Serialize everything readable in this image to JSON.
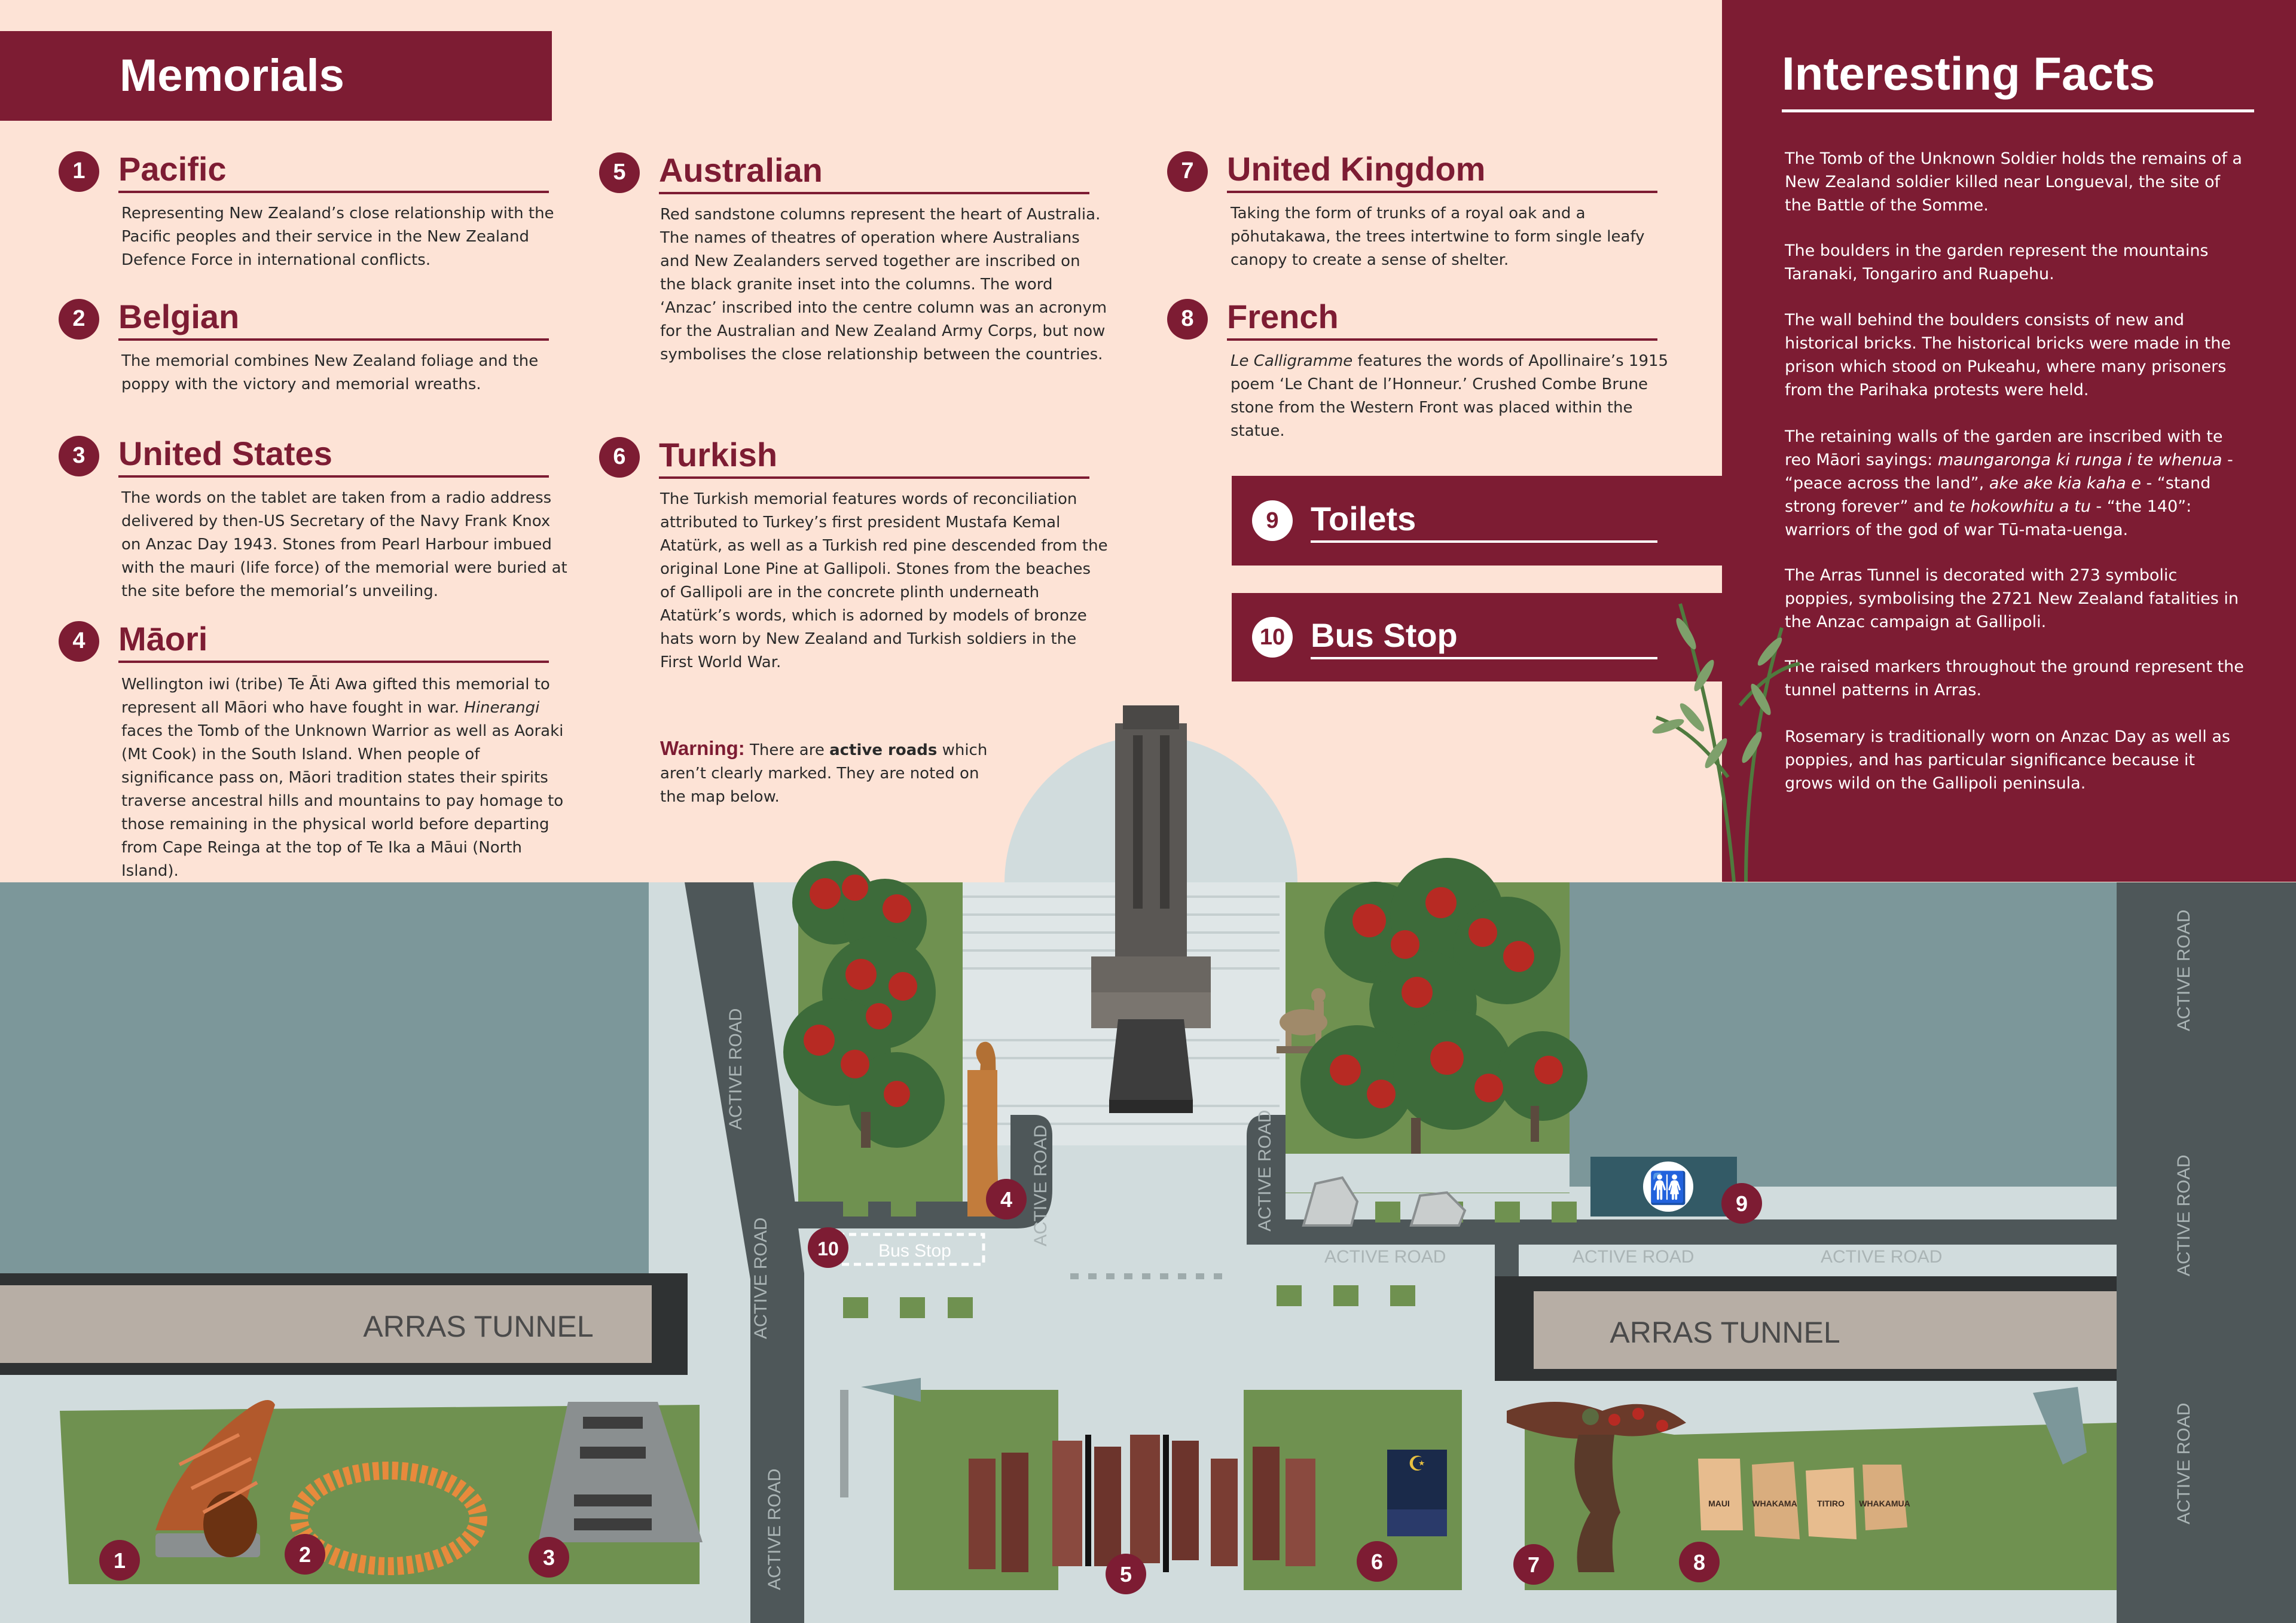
{
  "header": {
    "title": "Memorials"
  },
  "memorials": [
    {
      "num": "1",
      "title": "Pacific",
      "desc": "Representing New Zealand’s close relationship with the Pacific peoples and their service in the New Zealand Defence Force in international conflicts."
    },
    {
      "num": "2",
      "title": "Belgian",
      "desc": "The memorial combines New Zealand foliage and the poppy with the victory and memorial wreaths."
    },
    {
      "num": "3",
      "title": "United States",
      "desc": "The words on the tablet are taken from a radio address delivered by then-US Secretary of the Navy Frank Knox on Anzac Day 1943. Stones from Pearl Harbour imbued with the mauri (life force) of the memorial were buried at the site before the memorial’s unveiling."
    },
    {
      "num": "4",
      "title": "Māori",
      "desc_pre": "Wellington iwi (tribe) Te Āti Awa gifted this memorial to represent all Māori who have fought in war. ",
      "desc_em": "Hinerangi",
      "desc_post": " faces the Tomb of the Unknown Warrior as well as Aoraki (Mt Cook) in the South Island. When people of significance pass on, Māori tradition states their spirits traverse ancestral hills and mountains to pay homage to those remaining in the physical world before departing from Cape Reinga at the top of Te Ika a Māui (North Island)."
    },
    {
      "num": "5",
      "title": "Australian",
      "desc": "Red sandstone columns represent the heart of Australia. The names of theatres of operation where Australians and New Zealanders served together are inscribed on the black granite inset into the columns. The word ‘Anzac’ inscribed into the centre column was an acronym for the Australian and New Zealand Army Corps, but now symbolises the close relationship between the countries."
    },
    {
      "num": "6",
      "title": "Turkish",
      "desc": "The Turkish memorial features words of reconciliation attributed to Turkey’s first president Mustafa Kemal Atatürk, as well as a Turkish red pine descended from the original Lone Pine at Gallipoli.  Stones from the beaches of Gallipoli are in the concrete plinth underneath Atatürk’s words, which is adorned by models of bronze hats worn by New Zealand and Turkish soldiers in the First World War."
    },
    {
      "num": "7",
      "title": "United Kingdom",
      "desc": "Taking the form of trunks of a royal oak and a pōhutakawa, the trees intertwine to form single leafy canopy to create a sense of shelter."
    },
    {
      "num": "8",
      "title": "French",
      "desc_em": "Le Calligramme",
      "desc_post": " features the words of Apollinaire’s 1915 poem ‘Le Chant de l’Honneur.’ Crushed Combe Brune stone from the Western Front was placed within the statue."
    }
  ],
  "services": [
    {
      "num": "9",
      "title": "Toilets"
    },
    {
      "num": "10",
      "title": "Bus Stop"
    }
  ],
  "warning": {
    "label": "Warning",
    "colon": ":",
    "pre": " There are ",
    "bold": "active roads",
    "post": " which aren’t clearly marked. They are noted on the map below."
  },
  "facts": {
    "title": "Interesting Facts",
    "items": [
      "The Tomb of the Unknown Soldier holds the remains of a New Zealand soldier killed near Longueval, the site of the Battle of the Somme.",
      "The boulders in the garden represent the mountains Taranaki, Tongariro and Ruapehu.",
      "The wall behind the boulders consists of new and historical bricks. The historical bricks were made in the prison which stood on Pukeahu, where many prisoners from the Parihaka protests were held.",
      "The Arras Tunnel is decorated with 273 symbolic poppies, symbolising the 2721 New Zealand fatalities in the Anzac campaign at Gallipoli.",
      "The raised markers throughout the ground represent the tunnel patterns in Arras.",
      "Rosemary is traditionally worn on Anzac Day as well as poppies, and has particular significance because it grows wild on the Gallipoli peninsula."
    ],
    "maori_fact": {
      "t1": "The retaining walls of the garden are inscribed with te reo Māori sayings: ",
      "e1": "maungaronga ki runga i te whenua",
      "t2": " - “peace across the land”, ",
      "e2": "ake ake kia kaha e",
      "t3": " - “stand strong forever” and ",
      "e3": "te hokowhitu a tu",
      "t4": " - “the 140”: warriors of the god of war Tū-mata-uenga."
    }
  },
  "map": {
    "active_road": "ACTIVE ROAD",
    "arras_tunnel": "ARRAS TUNNEL",
    "bus_stop": "Bus Stop",
    "markers": [
      "1",
      "2",
      "3",
      "4",
      "5",
      "6",
      "7",
      "8",
      "9",
      "10"
    ],
    "sign_words": [
      "MAUI",
      "WHAKAMA",
      "TITIRO",
      "WHAKAMUA"
    ]
  },
  "colors": {
    "brand": "#7d1c33",
    "background": "#fde3d6",
    "water": "#7c979a",
    "road": "#4e5759",
    "grass": "#6f9150",
    "pavement": "#d1dcdd"
  }
}
